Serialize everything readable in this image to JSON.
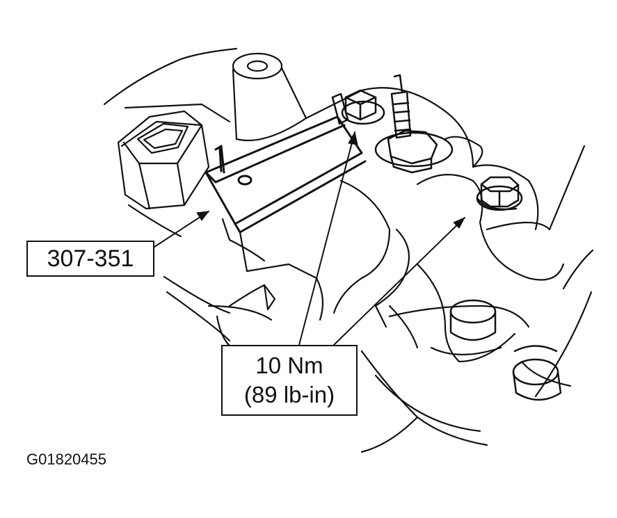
{
  "callouts": {
    "tool_number": "307-351",
    "torque_metric": "10 Nm",
    "torque_imperial": "(89 lb-in)"
  },
  "figure_id": "G01820455",
  "colors": {
    "line": "#111111",
    "background": "#ffffff"
  }
}
